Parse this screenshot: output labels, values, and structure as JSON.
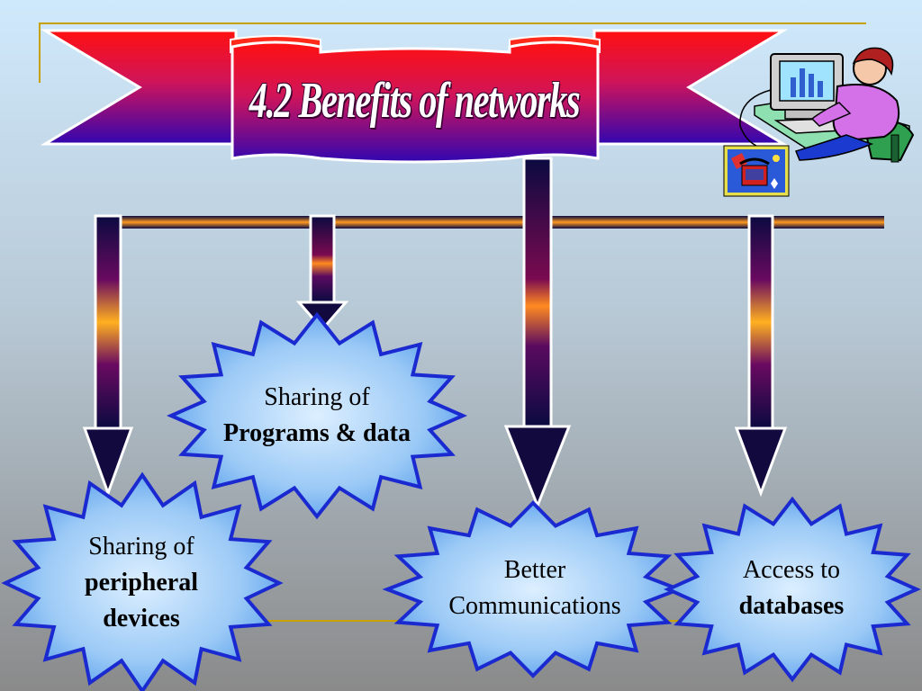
{
  "slide": {
    "title": "4.2 Benefits of networks",
    "benefits": [
      {
        "line1": "Sharing of",
        "line2": "peripheral",
        "line3": "devices"
      },
      {
        "line1": "Sharing of",
        "line2": "Programs & data"
      },
      {
        "line1": "Better",
        "line2": "Communications"
      },
      {
        "line1": "Access to",
        "line2": "databases"
      }
    ]
  },
  "colors": {
    "background_top": "#cfe8fb",
    "background_bottom": "#8c8c8c",
    "ribbon_red": "#ff1a1a",
    "ribbon_purple": "#3a0aa6",
    "star_fill": "#5aa6f0",
    "star_outline": "#1a2ad0",
    "accent_gold": "#c8a000"
  },
  "icons": [
    "person-at-computer-icon",
    "phone-clipart-icon"
  ]
}
